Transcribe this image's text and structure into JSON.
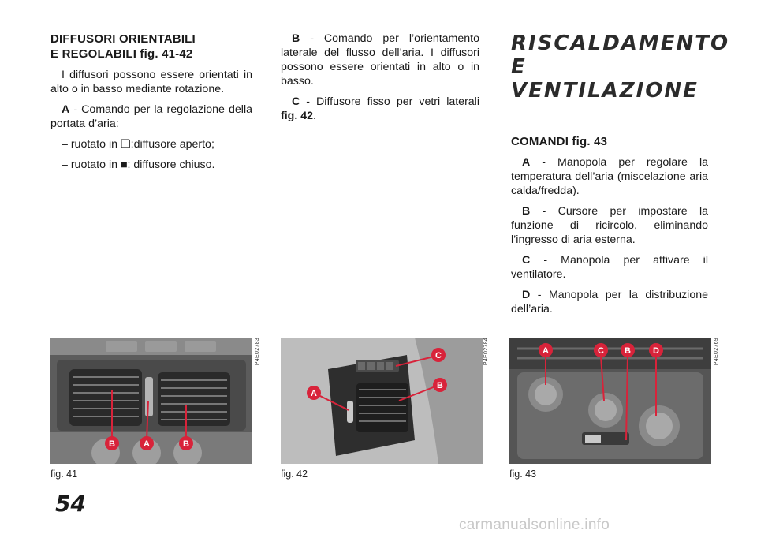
{
  "column1": {
    "heading_line1": "DIFFUSORI ORIENTABILI",
    "heading_line2": "E REGOLABILI fig. 41-42",
    "intro": "I diffusori possono essere orientati in alto o in basso mediante rotazione.",
    "a_label": "A",
    "a_text": " - Comando per la regolazione della portata d’aria:",
    "open_prefix": "– ruotato in ",
    "open_symbol": "❏",
    "open_text": ":diffusore aperto;",
    "closed_prefix": "– ruotato in ",
    "closed_symbol": "■",
    "closed_text": ": diffusore chiuso."
  },
  "column2": {
    "b_label": "B",
    "b_text": " - Comando per l’orientamento laterale del flusso dell’aria. I diffusori possono essere orientati in alto o in basso.",
    "c_label": "C",
    "c_text": " - Diffusore fisso per vetri laterali ",
    "c_ref": "fig. 42",
    "c_end": "."
  },
  "column3": {
    "title_line1": "RISCALDAMENTO",
    "title_line2": "E VENTILAZIONE",
    "subheading": "COMANDI fig. 43",
    "items": [
      {
        "label": "A",
        "text": " - Manopola per regolare la temperatura dell’aria (miscelazione aria calda/fredda)."
      },
      {
        "label": "B",
        "text": " - Cursore per impostare la funzione di ricircolo, eliminando l’ingresso di aria esterna."
      },
      {
        "label": "C",
        "text": " - Manopola per attivare il ventilatore."
      },
      {
        "label": "D",
        "text": " - Manopola per la distribuzione dell’aria."
      }
    ]
  },
  "figures": [
    {
      "caption": "fig. 41",
      "code": "P4E02783",
      "callouts": [
        "B",
        "A",
        "B"
      ]
    },
    {
      "caption": "fig. 42",
      "code": "P4E02784",
      "callouts": [
        "A",
        "C",
        "B"
      ]
    },
    {
      "caption": "fig. 43",
      "code": "P4E02769",
      "callouts": [
        "A",
        "C",
        "B",
        "D"
      ]
    }
  ],
  "page_number": "54",
  "watermark": "carmanualsonline.info",
  "colors": {
    "callout": "#d8233a",
    "text": "#1a1a1a"
  }
}
